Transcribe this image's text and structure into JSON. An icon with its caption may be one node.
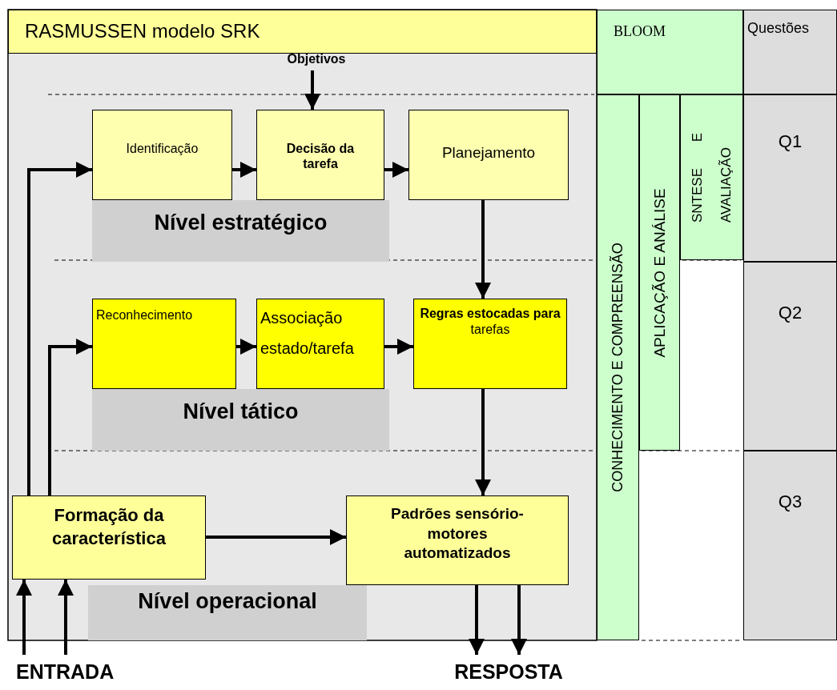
{
  "diagram": {
    "title": "RASMUSSEN modelo SRK",
    "nodes": [
      {
        "text": [
          "Objetivos"
        ]
      },
      {
        "text": [
          "Identificação"
        ]
      },
      {
        "text": [
          "Decisão da tarefa"
        ]
      },
      {
        "text": [
          "Planejamento"
        ]
      },
      {
        "text": [
          "Nível estratégico"
        ]
      },
      {
        "text": [
          "Reconhecimento"
        ]
      },
      {
        "text": [
          "Associação estado/tarefa"
        ]
      },
      {
        "text": [
          "**Regras estocadas para** tarefas"
        ]
      },
      {
        "text": [
          "Nível tático"
        ]
      },
      {
        "text": [
          "Formação da característica"
        ]
      },
      {
        "text": [
          "Padrões sensório-motores automatizados"
        ]
      },
      {
        "text": [
          "Nível operacional"
        ]
      },
      {
        "text": [
          "ENTRADA"
        ]
      },
      {
        "text": [
          "RESPOSTA"
        ]
      },
      {
        "text": [
          "BLOOM"
        ]
      },
      {
        "text": [
          "CONHECIMENTO E COMPREENSÃO"
        ]
      },
      {
        "text": [
          "APLICAÇÃO E ANÁLISE"
        ]
      },
      {
        "text": [
          "SNTESE E AVALIAÇÃO"
        ]
      },
      {
        "text": [
          "Questões"
        ]
      },
      {
        "text": [
          "Q1"
        ]
      },
      {
        "text": [
          "Q2"
        ]
      },
      {
        "text": [
          "Q3"
        ]
      }
    ],
    "edges": [
      {
        "from": 0,
        "to": 2,
        "arrow": "to"
      },
      {
        "from": 9,
        "to": 1,
        "arrow": "to"
      },
      {
        "from": 9,
        "to": 5,
        "arrow": "to"
      },
      {
        "from": 1,
        "to": 2,
        "arrow": "to"
      },
      {
        "from": 2,
        "to": 3,
        "arrow": "to"
      },
      {
        "from": 3,
        "to": 7,
        "arrow": "to"
      },
      {
        "from": 5,
        "to": 6,
        "arrow": "to"
      },
      {
        "from": 6,
        "to": 7,
        "arrow": "to"
      },
      {
        "from": 7,
        "to": 10,
        "arrow": "to"
      },
      {
        "from": 9,
        "to": 10,
        "arrow": "to"
      },
      {
        "from": 12,
        "to": 9,
        "arrow": "to"
      },
      {
        "from": 12,
        "to": 9,
        "arrow": "to"
      },
      {
        "from": 10,
        "to": 13,
        "arrow": "to"
      },
      {
        "from": 10,
        "to": 13,
        "arrow": "to"
      }
    ]
  }
}
